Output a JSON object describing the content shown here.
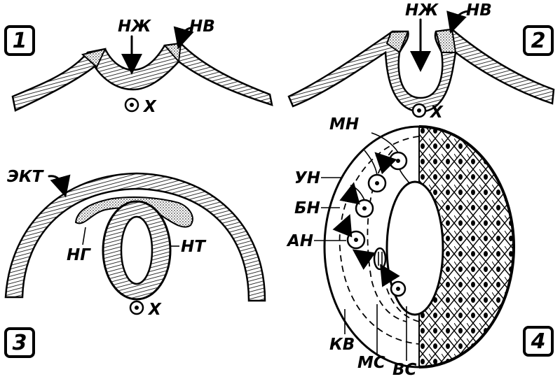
{
  "panels": [
    {
      "number": "1",
      "labels": {
        "neural_plate": "НЖ",
        "neural_fold": "НВ",
        "notochord": "Х"
      }
    },
    {
      "number": "2",
      "labels": {
        "neural_plate": "НЖ",
        "neural_fold": "НВ",
        "notochord": "Х"
      }
    },
    {
      "number": "3",
      "labels": {
        "ectoderm": "ЭКТ",
        "neural_crest": "НГ",
        "neural_tube": "НТ",
        "notochord": "Х"
      }
    },
    {
      "number": "4",
      "labels": {
        "mn": "МН",
        "un": "УН",
        "bn": "БН",
        "an": "АН",
        "kv": "КВ",
        "ms": "МС",
        "vs": "ВС"
      }
    }
  ]
}
